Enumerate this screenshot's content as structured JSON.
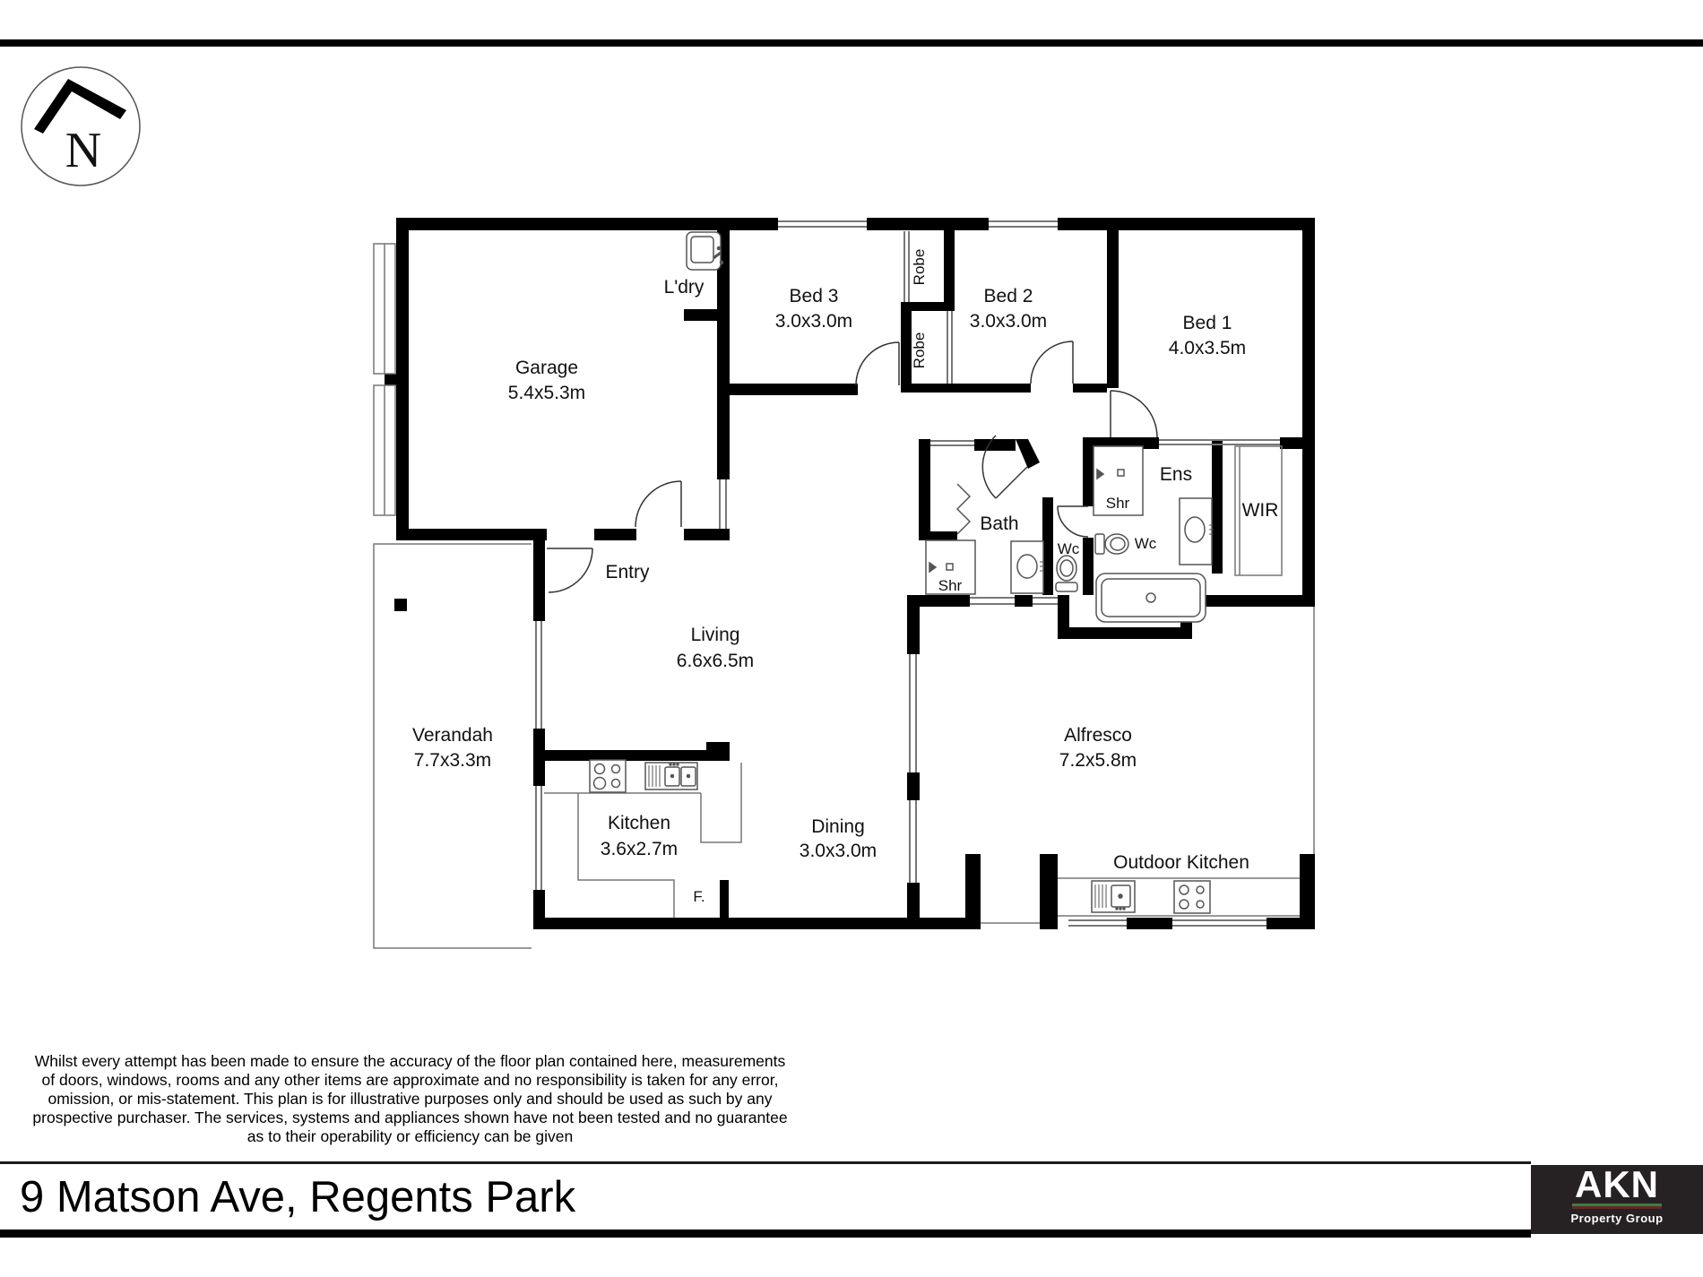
{
  "compass": {
    "letter": "N"
  },
  "floorplan": {
    "rooms": [
      {
        "label": "Garage",
        "dims": "5.4x5.3m"
      },
      {
        "label": "L'dry",
        "dims": ""
      },
      {
        "label": "Bed 3",
        "dims": "3.0x3.0m"
      },
      {
        "label": "Bed 2",
        "dims": "3.0x3.0m"
      },
      {
        "label": "Bed 1",
        "dims": "4.0x3.5m"
      },
      {
        "label": "Ens",
        "dims": ""
      },
      {
        "label": "WIR",
        "dims": ""
      },
      {
        "label": "Bath",
        "dims": ""
      },
      {
        "label": "Entry",
        "dims": ""
      },
      {
        "label": "Living",
        "dims": "6.6x6.5m"
      },
      {
        "label": "Verandah",
        "dims": "7.7x3.3m"
      },
      {
        "label": "Kitchen",
        "dims": "3.6x2.7m"
      },
      {
        "label": "Dining",
        "dims": "3.0x3.0m"
      },
      {
        "label": "Alfresco",
        "dims": "7.2x5.8m"
      },
      {
        "label": "Outdoor Kitchen",
        "dims": ""
      }
    ],
    "fixtures": {
      "robe_top": "Robe",
      "robe_bottom": "Robe",
      "shr_bath": "Shr",
      "shr_ens": "Shr",
      "wc_bath": "Wc",
      "wc_ens": "Wc",
      "fridge": "F."
    }
  },
  "disclaimer": {
    "lines": [
      "Whilst every attempt has been made to ensure the accuracy of the floor plan contained here, measurements",
      "of doors, windows, rooms and any other items are approximate and no responsibility is taken for any error,",
      "omission, or mis-statement. This plan is for illustrative purposes only and should be used as such by any",
      "prospective purchaser. The services, systems and appliances shown have not been tested and no guarantee",
      "as to their operability or efficiency can be given"
    ]
  },
  "footer": {
    "address": "9 Matson Ave, Regents Park",
    "brand": {
      "name": "AKN",
      "tagline": "Property Group",
      "colors": {
        "green": "#3e7e3e",
        "red": "#63282a",
        "background": "#262223",
        "text": "#ffffff"
      }
    }
  }
}
